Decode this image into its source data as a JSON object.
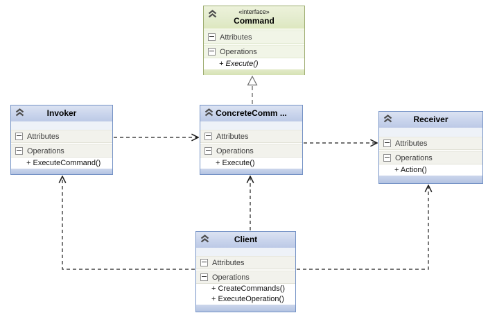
{
  "diagram": {
    "classes": {
      "command": {
        "stereotype": "«interface»",
        "name": "Command",
        "attributes_label": "Attributes",
        "operations_label": "Operations",
        "operations": [
          "+ Execute()"
        ]
      },
      "invoker": {
        "name": "Invoker",
        "attributes_label": "Attributes",
        "operations_label": "Operations",
        "operations": [
          "+ ExecuteCommand()"
        ]
      },
      "concrete_command": {
        "name": "ConcreteComm ...",
        "attributes_label": "Attributes",
        "operations_label": "Operations",
        "operations": [
          "+ Execute()"
        ]
      },
      "receiver": {
        "name": "Receiver",
        "attributes_label": "Attributes",
        "operations_label": "Operations",
        "operations": [
          "+ Action()"
        ]
      },
      "client": {
        "name": "Client",
        "attributes_label": "Attributes",
        "operations_label": "Operations",
        "operations": [
          "+ CreateCommands()",
          "+ ExecuteOperation()"
        ]
      }
    },
    "relationships": [
      {
        "from": "ConcreteComm ...",
        "to": "Command",
        "type": "realization"
      },
      {
        "from": "Invoker",
        "to": "ConcreteComm ...",
        "type": "dependency"
      },
      {
        "from": "ConcreteComm ...",
        "to": "Receiver",
        "type": "dependency"
      },
      {
        "from": "Client",
        "to": "Invoker",
        "type": "dependency"
      },
      {
        "from": "Client",
        "to": "ConcreteComm ...",
        "type": "dependency"
      },
      {
        "from": "Client",
        "to": "Receiver",
        "type": "dependency"
      }
    ],
    "colors": {
      "class_header": "#c9d4ec",
      "class_border": "#7391c5",
      "class_footer": "#b3c3e2",
      "interface_header": "#e4ecce",
      "interface_border": "#9dac70",
      "section_row": "#f2f2ec",
      "connector": "#1f1f1f",
      "realization_line": "#5a5a5a"
    }
  }
}
